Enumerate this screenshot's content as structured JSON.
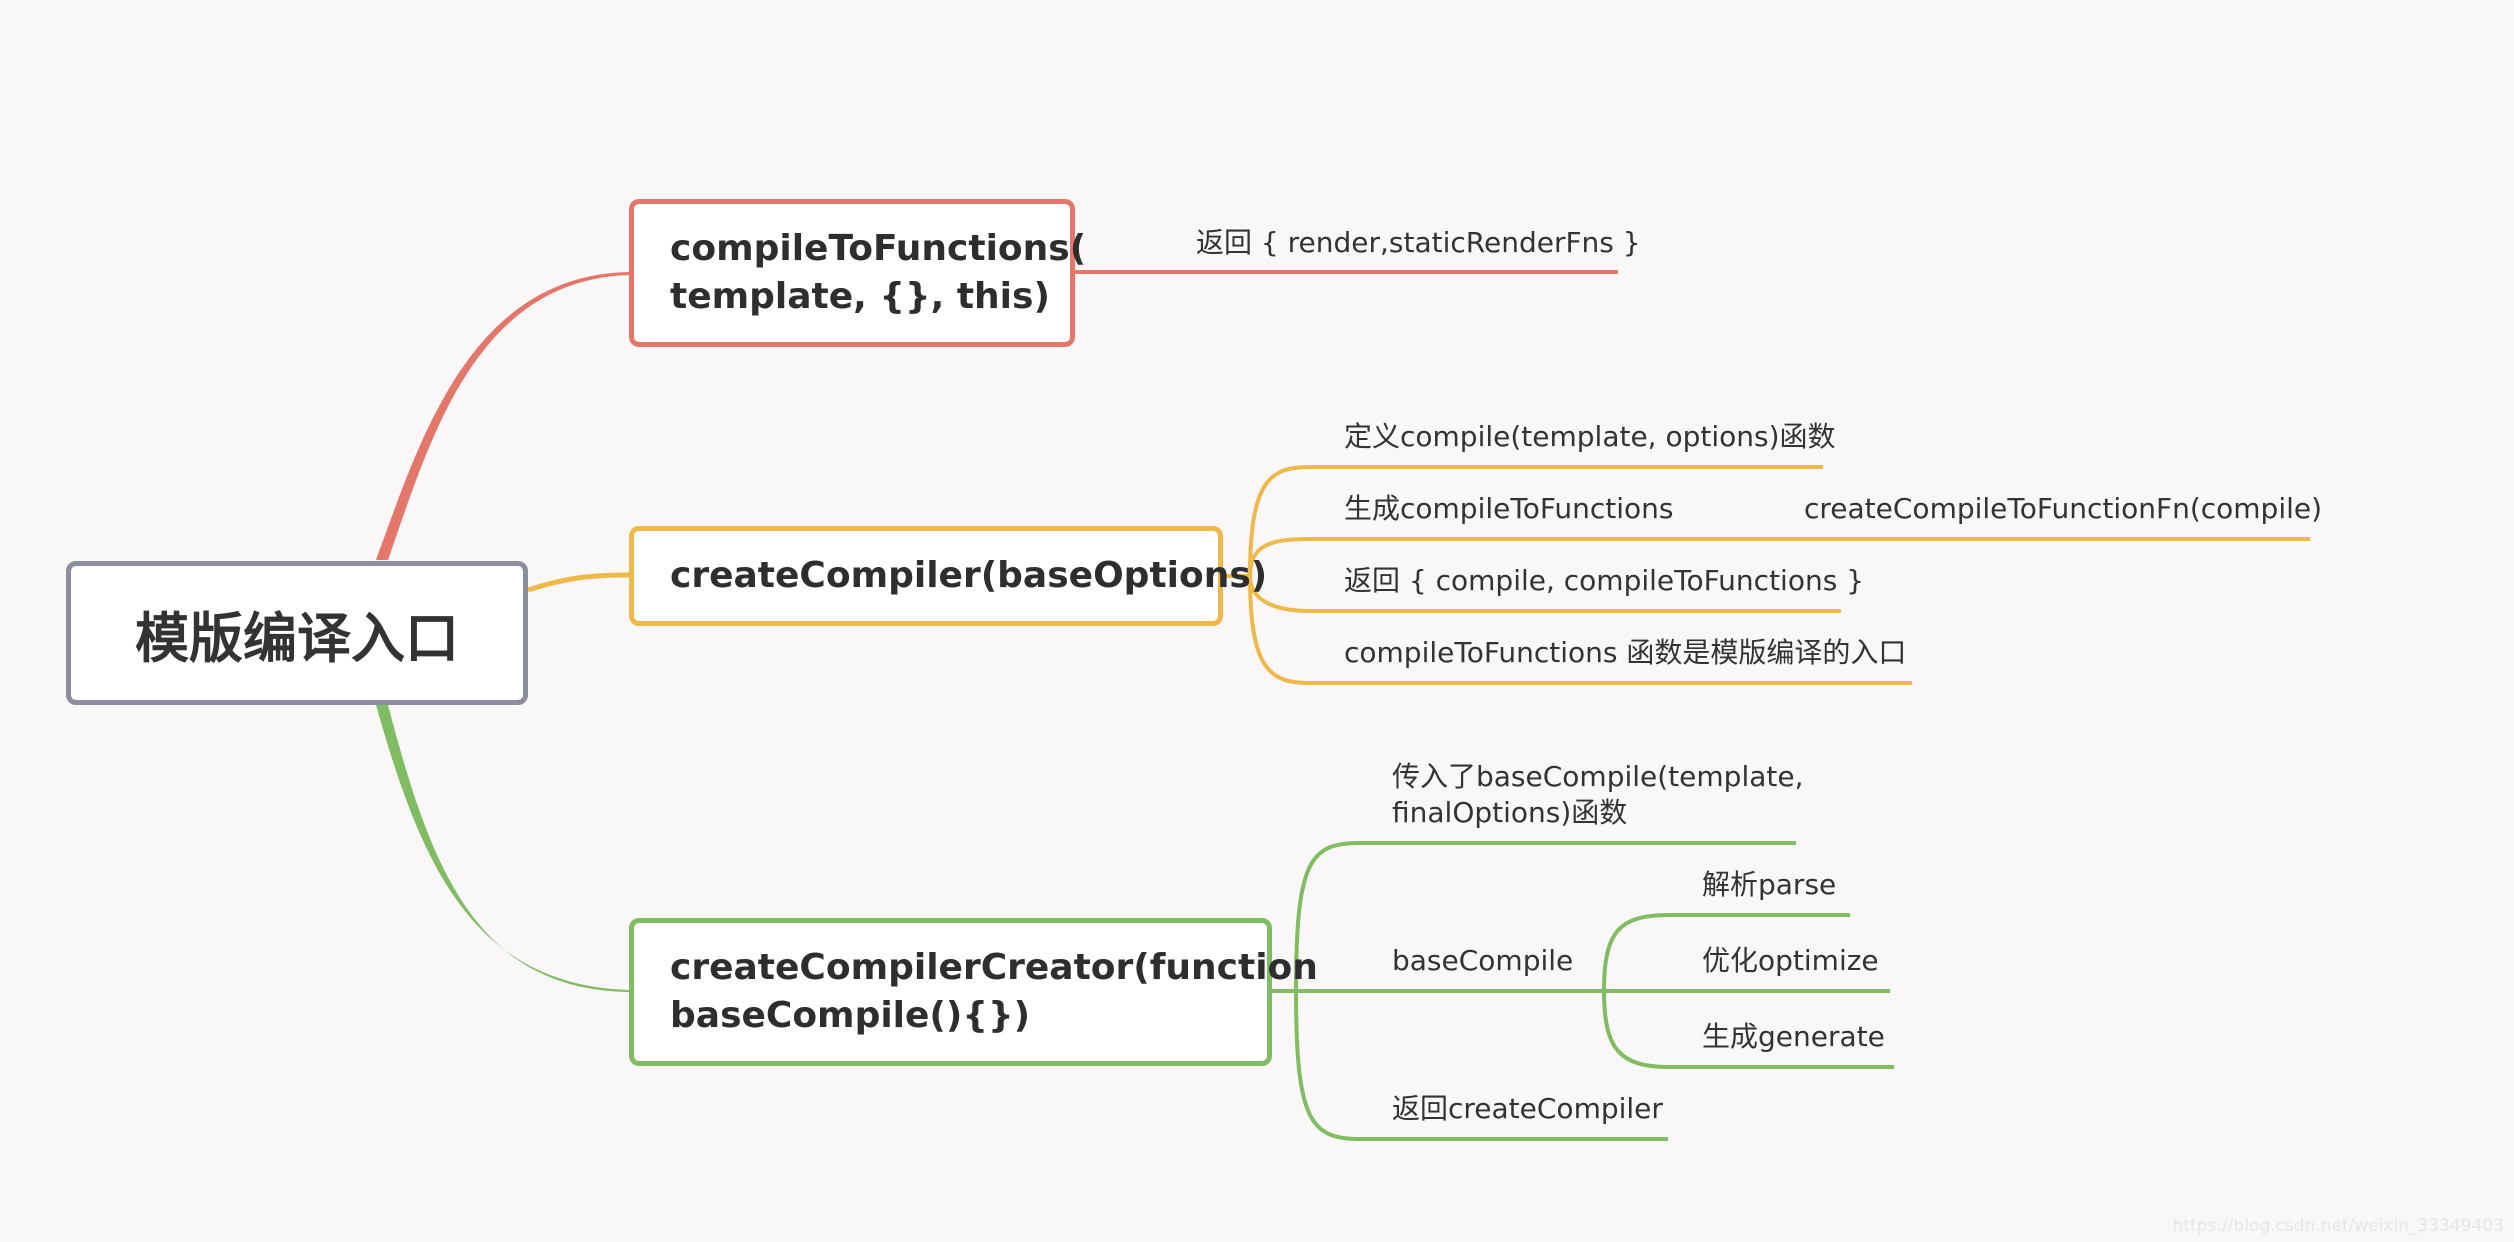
{
  "root": {
    "label": "模版编译入口"
  },
  "branches": [
    {
      "topic": [
        "compileToFunctions(",
        "template, {}, this)"
      ],
      "color": "#e4776a",
      "children": [
        {
          "label": "返回 { render,staticRenderFns }"
        }
      ]
    },
    {
      "topic": [
        "createCompiler(baseOptions)"
      ],
      "color": "#efb94a",
      "children": [
        {
          "label": "定义compile(template, options)函数"
        },
        {
          "label": "生成compileToFunctions",
          "children": [
            {
              "label": "createCompileToFunctionFn(compile)"
            }
          ]
        },
        {
          "label": "返回 { compile, compileToFunctions }"
        },
        {
          "label": "compileToFunctions 函数是模版编译的入口"
        }
      ]
    },
    {
      "topic": [
        "createCompilerCreator(function",
        "baseCompile(){})"
      ],
      "color": "#7fbc62",
      "children": [
        {
          "label": [
            "传入了baseCompile(template,",
            "finalOptions)函数"
          ]
        },
        {
          "label": "baseCompile",
          "children": [
            {
              "label": "解析parse"
            },
            {
              "label": "优化optimize"
            },
            {
              "label": "生成generate"
            }
          ]
        },
        {
          "label": "返回createCompiler"
        }
      ]
    }
  ],
  "watermark": "https://blog.csdn.net/weixin_33349403"
}
